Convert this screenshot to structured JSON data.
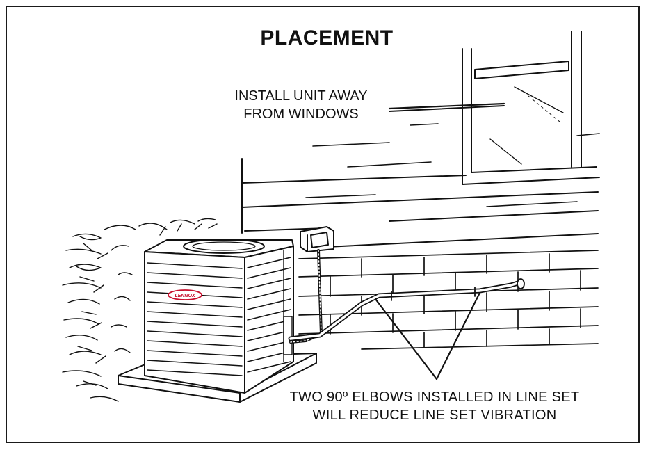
{
  "title": "PLACEMENT",
  "callouts": {
    "window": [
      "INSTALL UNIT AWAY",
      "FROM WINDOWS"
    ],
    "elbows": [
      "TWO 90º ELBOWS INSTALLED IN LINE SET",
      "WILL REDUCE LINE SET VIBRATION"
    ]
  },
  "unit_brand": "LENNOX",
  "colors": {
    "ink": "#111111",
    "brand": "#c8102e",
    "background": "#ffffff"
  }
}
